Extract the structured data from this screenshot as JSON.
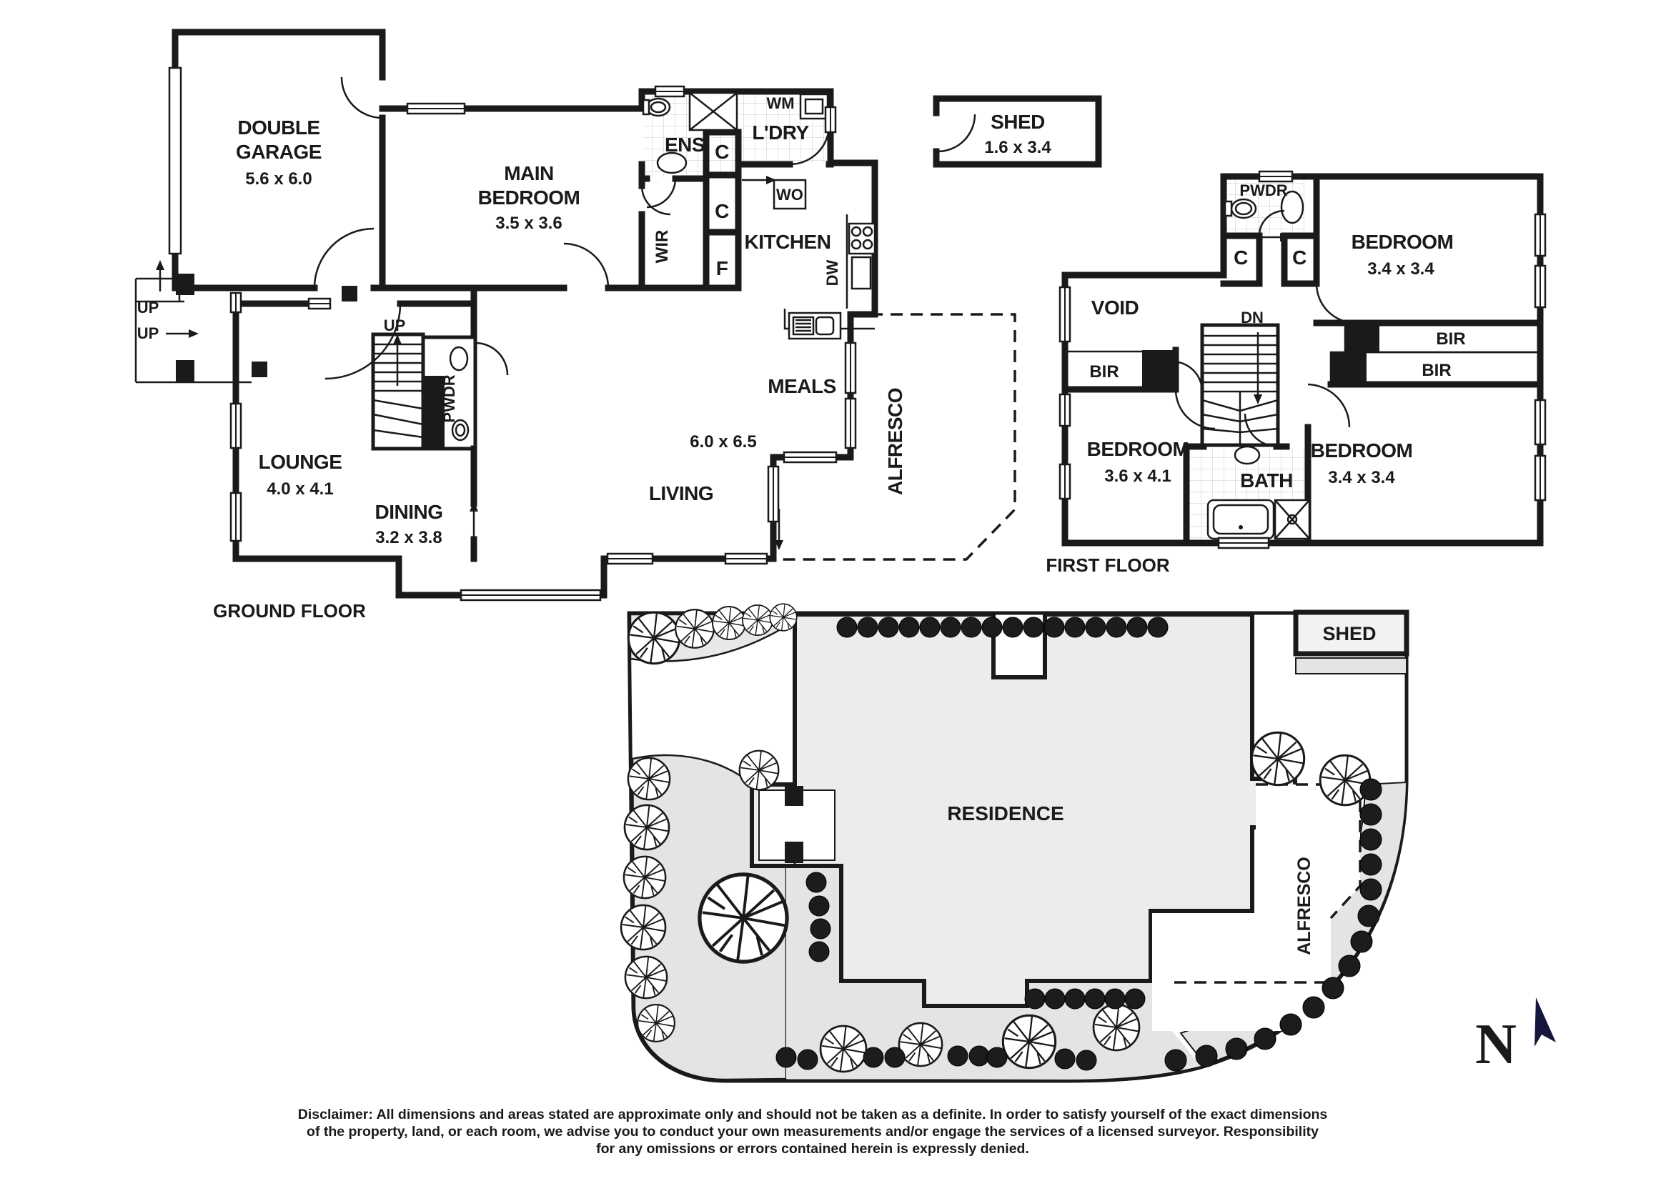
{
  "ground_floor": {
    "label": "GROUND FLOOR",
    "garage_line1": "DOUBLE",
    "garage_line2": "GARAGE",
    "garage_dim": "5.6 x 6.0",
    "main_bedroom_line1": "MAIN",
    "main_bedroom_line2": "BEDROOM",
    "main_bedroom_dim": "3.5 x 3.6",
    "ens": "ENS",
    "wm": "WM",
    "laundry": "L'DRY",
    "closet1": "C",
    "closet2": "C",
    "fridge": "F",
    "wir": "WIR",
    "wall_oven": "WO",
    "kitchen": "KITCHEN",
    "dishwasher": "DW",
    "shed": "SHED",
    "shed_dim": "1.6 x 3.4",
    "meals": "MEALS",
    "living_dim": "6.0 x 6.5",
    "living": "LIVING",
    "alfresco": "ALFRESCO",
    "lounge": "LOUNGE",
    "lounge_dim": "4.0 x 4.1",
    "dining": "DINING",
    "dining_dim": "3.2 x 3.8",
    "pwdr": "PWDR",
    "up_stairs": "UP",
    "up_porch1": "UP",
    "up_porch2": "UP"
  },
  "first_floor": {
    "label": "FIRST FLOOR",
    "pwdr": "PWDR",
    "closet1": "C",
    "closet2": "C",
    "bedroom1": "BEDROOM",
    "bedroom1_dim": "3.4 x 3.4",
    "void": "VOID",
    "bir_left": "BIR",
    "dn": "DN",
    "bir_right1": "BIR",
    "bir_right2": "BIR",
    "bedroom2": "BEDROOM",
    "bedroom2_dim": "3.6 x 4.1",
    "bath": "BATH",
    "bedroom3": "BEDROOM",
    "bedroom3_dim": "3.4 x 3.4"
  },
  "site_plan": {
    "shed": "SHED",
    "residence": "RESIDENCE",
    "alfresco": "ALFRESCO"
  },
  "compass": {
    "north": "N"
  },
  "disclaimer": {
    "line1": "Disclaimer: All dimensions and areas stated are approximate only and should not be taken as a definite. In order to satisfy yourself of the exact dimensions",
    "line2": "of the property, land, or each room, we advise you to conduct your own measurements and/or engage the services of a licensed surveyor. Responsibility",
    "line3": "for any omissions or errors contained herein is expressly denied."
  },
  "colors": {
    "wall": "#1a1a1a",
    "residence_fill": "#ececec",
    "path_fill": "#e4e4e4",
    "compass_navy": "#16163c"
  }
}
